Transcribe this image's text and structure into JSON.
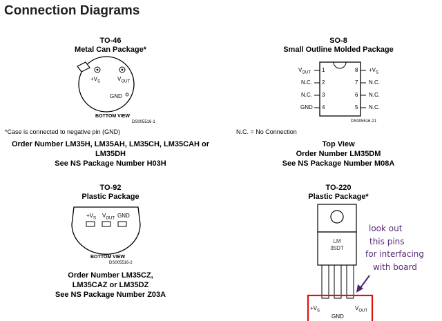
{
  "page_title": "Connection Diagrams",
  "to46": {
    "name": "TO-46",
    "subtitle": "Metal Can Package*",
    "pin_vs": "+V",
    "pin_vs_sub": "S",
    "pin_vout": "V",
    "pin_vout_sub": "OUT",
    "pin_gnd": "GND",
    "view": "BOTTOM VIEW",
    "ds": "DS005516-1",
    "footnote": "*Case is connected to negative pin (GND)",
    "order_line1": "Order Number LM35H, LM35AH, LM35CH, LM35CAH or",
    "order_line2": "LM35DH",
    "order_line3": "See NS Package Number H03H"
  },
  "so8": {
    "name": "SO-8",
    "subtitle": "Small Outline Molded Package",
    "left_pins": [
      {
        "label": "V",
        "sub": "OUT",
        "num": "1"
      },
      {
        "label": "N.C.",
        "sub": "",
        "num": "2"
      },
      {
        "label": "N.C.",
        "sub": "",
        "num": "3"
      },
      {
        "label": "GND",
        "sub": "",
        "num": "4"
      }
    ],
    "right_pins": [
      {
        "label": "+V",
        "sub": "S",
        "num": "8"
      },
      {
        "label": "N.C.",
        "sub": "",
        "num": "7"
      },
      {
        "label": "N.C.",
        "sub": "",
        "num": "6"
      },
      {
        "label": "N.C.",
        "sub": "",
        "num": "5"
      }
    ],
    "ds": "DS005516-21",
    "nc_note": "N.C. = No Connection",
    "view": "Top View",
    "order_line1": "Order Number LM35DM",
    "order_line2": "See NS Package Number M08A"
  },
  "to92": {
    "name": "TO-92",
    "subtitle": "Plastic Package",
    "pin_vs": "+V",
    "pin_vs_sub": "S",
    "pin_vout": "V",
    "pin_vout_sub": "OUT",
    "pin_gnd": "GND",
    "view": "BOTTOM VIEW",
    "ds": "DS005516-2",
    "order_line1": "Order Number LM35CZ,",
    "order_line2": "LM35CAZ or LM35DZ",
    "order_line3": "See NS Package Number Z03A"
  },
  "to220": {
    "name": "TO-220",
    "subtitle": "Plastic Package*",
    "body_line1": "LM",
    "body_line2": "35DT",
    "pin_vs": "+V",
    "pin_vs_sub": "S",
    "pin_gnd": "GND",
    "pin_vout": "V",
    "pin_vout_sub": "OUT"
  },
  "annotation": {
    "line1": "look out",
    "line2": "this pins",
    "line3": "for interfacing",
    "line4": "with board",
    "color": "#5a2a78",
    "box_color": "#e01010"
  }
}
